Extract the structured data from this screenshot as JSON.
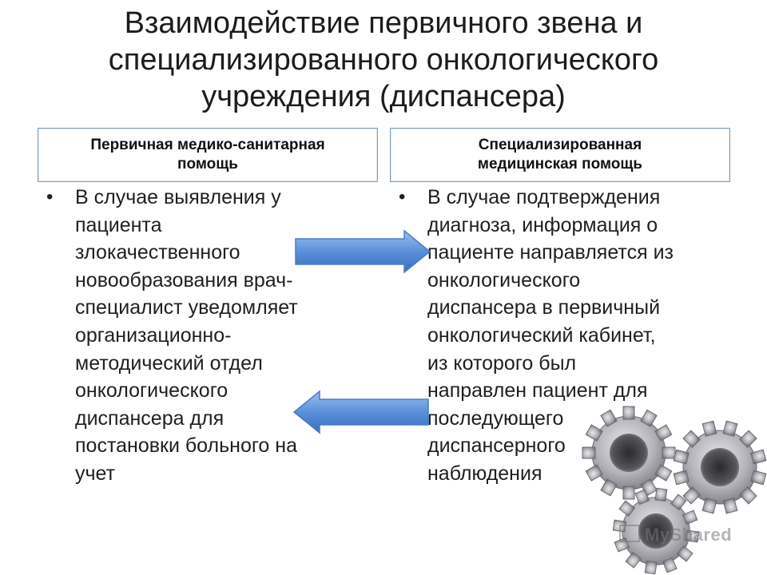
{
  "slide": {
    "title": "Взаимодействие первичного звена и\nспециализированного онкологического\nучреждения (диспансера)"
  },
  "left": {
    "header": "Первичная медико-санитарная\nпомощь",
    "bullet": "В случае выявления у\nпациента\nзлокачественного\nновообразования врач-\nспециалист уведомляет\nорганизационно-\nметодический отдел\nонкологического\nдиспансера для\nпостановки больного на\nучет"
  },
  "right": {
    "header": "Специализированная\nмедицинская помощь",
    "bullet": "В случае подтверждения\nдиагноза, информация о\nпациенте направляется из\nонкологического\nдиспансера в первичный\nонкологический кабинет,\nиз которого был\nнаправлен пациент для\nпоследующего\nдиспансерного\nнаблюдения"
  },
  "bullet_symbol": "•",
  "watermark": "MyShared",
  "icons": {
    "arrow_right": "arrow-right-icon",
    "arrow_left": "arrow-left-icon",
    "gears": "gears-icon"
  },
  "colors": {
    "arrow_fill": "#5b8fd9",
    "header_border": "#7f9db9",
    "gear_metal": "#b7b7bb"
  }
}
